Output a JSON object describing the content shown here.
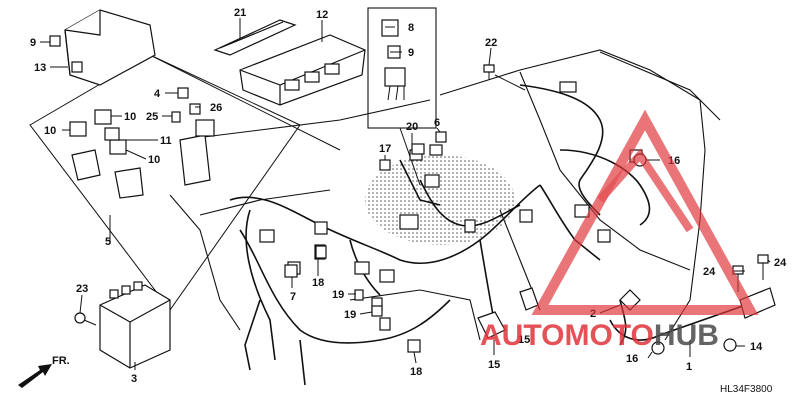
{
  "callouts": [
    {
      "id": "c9a",
      "text": "9"
    },
    {
      "id": "c13",
      "text": "13"
    },
    {
      "id": "c21",
      "text": "21"
    },
    {
      "id": "c12",
      "text": "12"
    },
    {
      "id": "c8",
      "text": "8"
    },
    {
      "id": "c9b",
      "text": "9"
    },
    {
      "id": "c22",
      "text": "22"
    },
    {
      "id": "c4",
      "text": "4"
    },
    {
      "id": "c26",
      "text": "26"
    },
    {
      "id": "c25",
      "text": "25"
    },
    {
      "id": "c10a",
      "text": "10"
    },
    {
      "id": "c10b",
      "text": "10"
    },
    {
      "id": "c11",
      "text": "11"
    },
    {
      "id": "c10c",
      "text": "10"
    },
    {
      "id": "c20",
      "text": "20"
    },
    {
      "id": "c6",
      "text": "6"
    },
    {
      "id": "c17",
      "text": "17"
    },
    {
      "id": "c16a",
      "text": "16"
    },
    {
      "id": "c5",
      "text": "5"
    },
    {
      "id": "c7",
      "text": "7"
    },
    {
      "id": "c18a",
      "text": "18"
    },
    {
      "id": "c19a",
      "text": "19"
    },
    {
      "id": "c19b",
      "text": "19"
    },
    {
      "id": "c23",
      "text": "23"
    },
    {
      "id": "c3",
      "text": "3"
    },
    {
      "id": "c2",
      "text": "2"
    },
    {
      "id": "c15a",
      "text": "15"
    },
    {
      "id": "c15b",
      "text": "15"
    },
    {
      "id": "c18b",
      "text": "18"
    },
    {
      "id": "c24a",
      "text": "24"
    },
    {
      "id": "c24b",
      "text": "24"
    },
    {
      "id": "c14",
      "text": "14"
    },
    {
      "id": "c1",
      "text": "1"
    },
    {
      "id": "c16b",
      "text": "16"
    }
  ],
  "direction_label": "FR.",
  "diagram_code": "HL34F3800",
  "watermark": {
    "brand": "AUTOMOTOHUB",
    "auto": "AUTO",
    "moto": "MOTO",
    "hub": "HUB"
  },
  "colors": {
    "watermark_red": "#e0343a",
    "watermark_dark": "#4a4a4a",
    "ink": "#111111"
  }
}
